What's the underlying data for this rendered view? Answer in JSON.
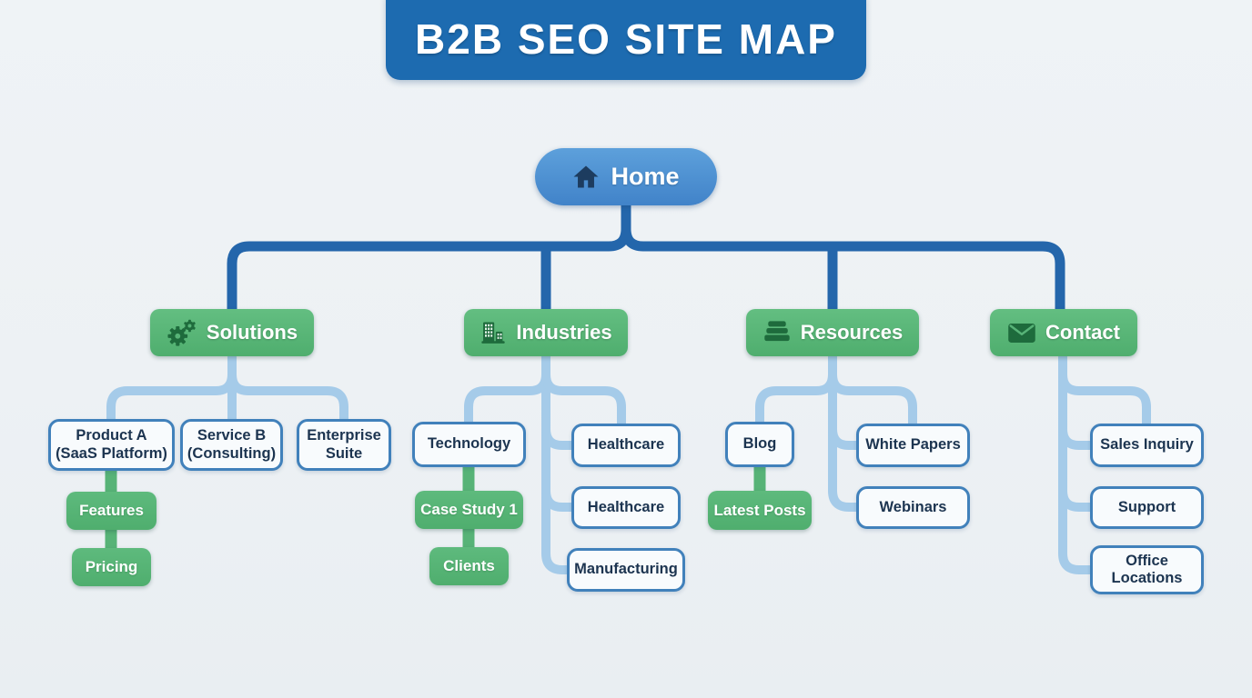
{
  "title": "B2B SEO SITE MAP",
  "home": {
    "label": "Home",
    "icon": "home-icon"
  },
  "branches": [
    {
      "id": "solutions",
      "label": "Solutions",
      "icon": "gears-icon"
    },
    {
      "id": "industries",
      "label": "Industries",
      "icon": "building-icon"
    },
    {
      "id": "resources",
      "label": "Resources",
      "icon": "books-icon"
    },
    {
      "id": "contact",
      "label": "Contact",
      "icon": "envelope-icon"
    }
  ],
  "pages": {
    "product_a": "Product A (SaaS Platform)",
    "service_b": "Service B (Consulting)",
    "enterprise_suite": "Enterprise Suite",
    "features": "Features",
    "pricing": "Pricing",
    "technology": "Technology",
    "case_study_1": "Case Study 1",
    "clients": "Clients",
    "healthcare_a": "Healthcare",
    "healthcare_b": "Healthcare",
    "manufacturing": "Manufacturing",
    "blog": "Blog",
    "latest_posts": "Latest Posts",
    "white_papers": "White Papers",
    "webinars": "Webinars",
    "sales_inquiry": "Sales Inquiry",
    "support": "Support",
    "office_locations": "Office Locations"
  },
  "colors": {
    "background": "#edf1f4",
    "banner_blue": "#1d6bb0",
    "home_blue": "#4a8ed2",
    "branch_green": "#57b377",
    "icon_dark_green": "#1e6b3c",
    "connector_dark_blue": "#2466ab",
    "connector_light_blue": "#a5cbe9",
    "connector_green": "#57b377",
    "child_box_border": "#4181bb",
    "child_box_fill": "#f8fbfd",
    "child_box_text": "#1c3450"
  }
}
